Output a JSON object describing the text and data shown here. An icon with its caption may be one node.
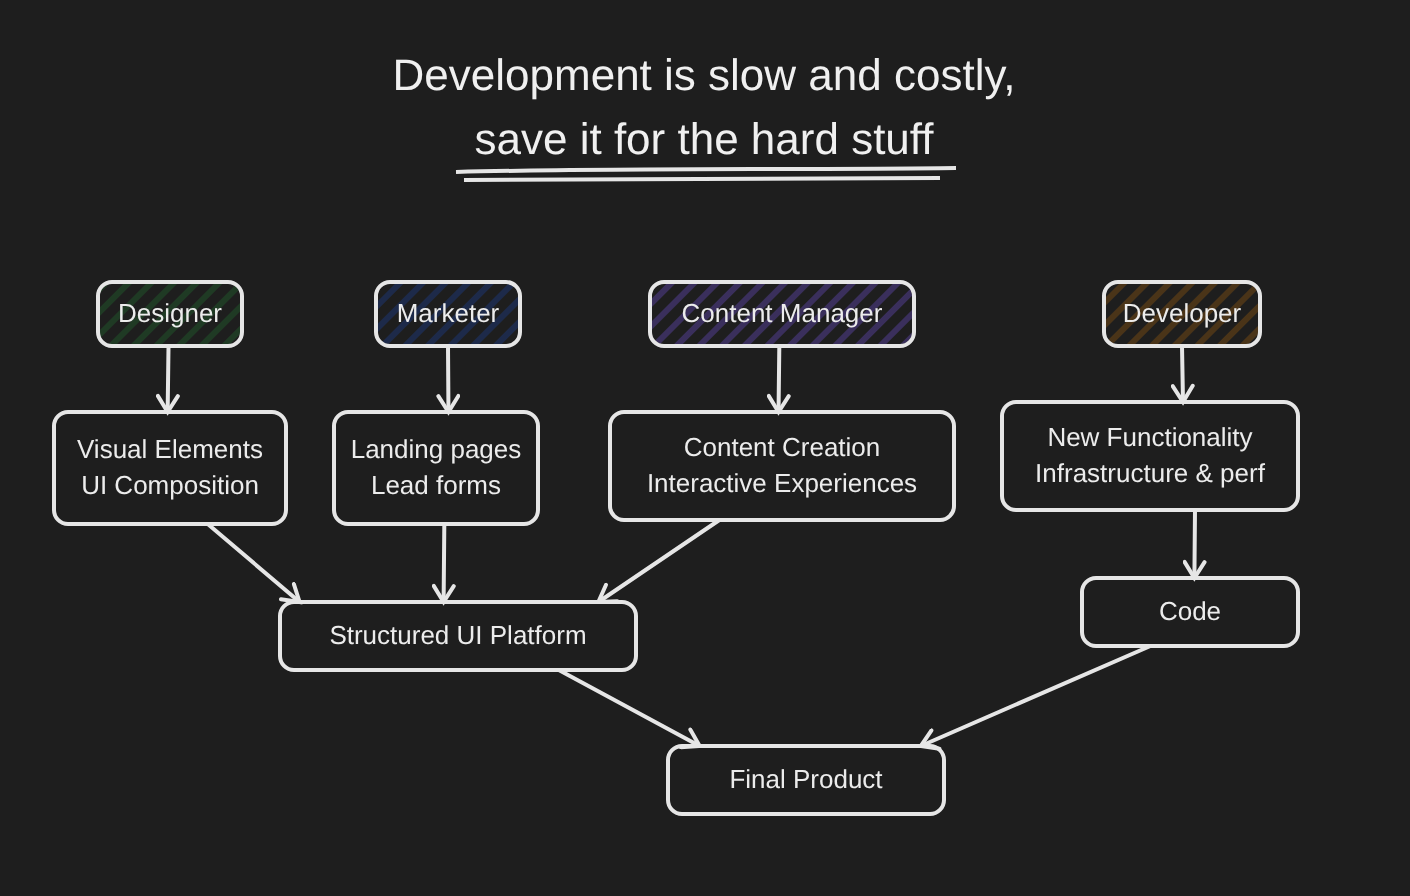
{
  "diagram": {
    "title": "Development is slow and costly, save it for the hard stuff",
    "nodes": [
      {
        "text": [
          "Designer"
        ]
      },
      {
        "text": [
          "Marketer"
        ]
      },
      {
        "text": [
          "Content Manager"
        ]
      },
      {
        "text": [
          "Developer"
        ]
      },
      {
        "text": [
          "Visual Elements UI Composition"
        ]
      },
      {
        "text": [
          "Landing pages Lead forms"
        ]
      },
      {
        "text": [
          "Content Creation Interactive Experiences"
        ]
      },
      {
        "text": [
          "New Functionality Infrastructure & perf"
        ]
      },
      {
        "text": [
          "Structured UI Platform"
        ]
      },
      {
        "text": [
          "Code"
        ]
      },
      {
        "text": [
          "Final Product"
        ]
      }
    ],
    "edges": [
      {
        "from": 0,
        "to": 4,
        "arrow": "to"
      },
      {
        "from": 1,
        "to": 5,
        "arrow": "to"
      },
      {
        "from": 2,
        "to": 6,
        "arrow": "to"
      },
      {
        "from": 3,
        "to": 7,
        "arrow": "to"
      },
      {
        "from": 7,
        "to": 9,
        "arrow": "to"
      },
      {
        "from": 4,
        "to": 8,
        "arrow": "to"
      },
      {
        "from": 5,
        "to": 8,
        "arrow": "to"
      },
      {
        "from": 6,
        "to": 8,
        "arrow": "to"
      },
      {
        "from": 8,
        "to": 10,
        "arrow": "to"
      },
      {
        "from": 9,
        "to": 10,
        "arrow": "to"
      }
    ]
  }
}
